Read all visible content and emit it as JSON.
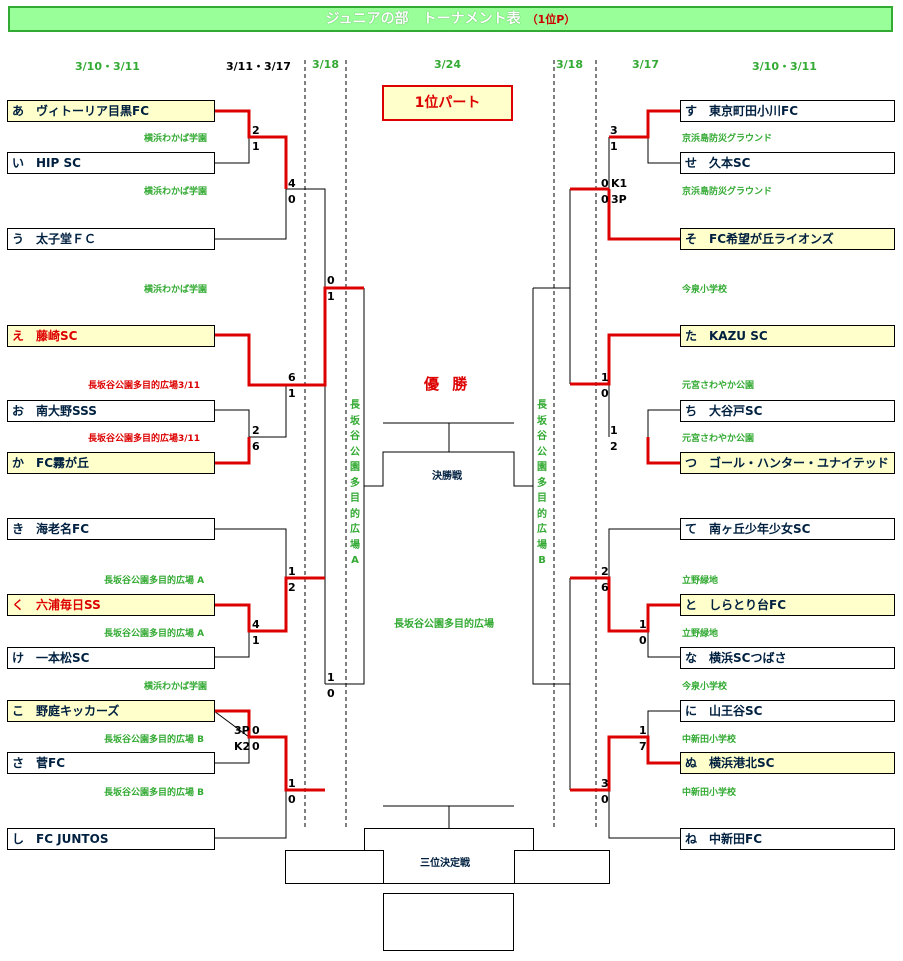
{
  "title": {
    "main": "ジュニアの部　トーナメント表",
    "sub": "（1位P）"
  },
  "dates": {
    "l1": "3/10・3/11",
    "l2": "3/11・3/17",
    "l3": "3/18",
    "c": "3/24",
    "r3": "3/18",
    "r2": "3/17",
    "r1": "3/10・3/11"
  },
  "badge": "1位パート",
  "champion": "優 勝",
  "final_label": "決勝戦",
  "third_label": "三位決定戦",
  "final_venue": "長坂谷公園多目的広場",
  "vertical_a": [
    "長",
    "坂",
    "谷",
    "公",
    "園",
    "多",
    "目",
    "的",
    "広",
    "場",
    "A"
  ],
  "vertical_b": [
    "長",
    "坂",
    "谷",
    "公",
    "園",
    "多",
    "目",
    "的",
    "広",
    "場",
    "B"
  ],
  "left_teams": [
    "あ　ヴィトーリア目黒FC",
    "い　HIP SC",
    "う　太子堂ＦＣ",
    "え　藤崎SC",
    "お　南大野SSS",
    "か　FC霧が丘",
    "き　海老名FC",
    "く　六浦毎日SS",
    "け　一本松SC",
    "こ　野庭キッカーズ",
    "さ　菅FC",
    "し　FC JUNTOS"
  ],
  "right_teams": [
    "す　東京町田小川FC",
    "せ　久本SC",
    "そ　FC希望が丘ライオンズ",
    "た　KAZU SC",
    "ち　大谷戸SC",
    "つ　ゴール・ハンター・ユナイテッド",
    "て　南ヶ丘少年少女SC",
    "と　しらとり台FC",
    "な　横浜SCつばさ",
    "に　山王谷SC",
    "ぬ　横浜港北SC",
    "ね　中新田FC"
  ],
  "left_venues": [
    "横浜わかば学園",
    "横浜わかば学園",
    "横浜わかば学園",
    "長坂谷公園多目的広場3/11",
    "長坂谷公園多目的広場3/11",
    "長坂谷公園多目的広場 A",
    "長坂谷公園多目的広場 A",
    "横浜わかば学園",
    "長坂谷公園多目的広場 B",
    "長坂谷公園多目的広場 B"
  ],
  "right_venues": [
    "京浜島防災グラウンド",
    "京浜島防災グラウンド",
    "今泉小学校",
    "元宮さわやか公園",
    "元宮さわやか公園",
    "立野緑地",
    "立野緑地",
    "今泉小学校",
    "中新田小学校",
    "中新田小学校"
  ],
  "scores": {
    "l_a": "2",
    "l_b": "1",
    "l_ab_c1": "4",
    "l_ab_c2": "0",
    "l_q1_1": "0",
    "l_q1_2": "1",
    "l_e": "6",
    "l_f": "1",
    "l_o": "2",
    "l_k": "6",
    "l_ki_1": "1",
    "l_ki_2": "2",
    "l_ku": "4",
    "l_ke": "1",
    "l_q2_1": "1",
    "l_q2_2": "0",
    "l_ko": "0",
    "l_sa": "0",
    "l_ko_pk": "3P",
    "l_sa_pk": "K2",
    "l_shi_1": "1",
    "l_shi_2": "0",
    "r_su": "3",
    "r_se": "1",
    "r_q1_1": "0",
    "r_q1_2": "0",
    "r_q1_pk1": "K1",
    "r_q1_pk2": "3P",
    "r_ta_1": "1",
    "r_ta_2": "0",
    "r_chi": "1",
    "r_tsu": "2",
    "r_te_1": "2",
    "r_te_2": "6",
    "r_to": "1",
    "r_na": "0",
    "r_ni": "1",
    "r_nu": "7",
    "r_ne_1": "3",
    "r_ne_2": "0"
  },
  "colors": {
    "win_line": "#dd0000",
    "title_bg": "#99ff99",
    "venue": "#33aa33",
    "winner_bg": "#ffffcc"
  }
}
